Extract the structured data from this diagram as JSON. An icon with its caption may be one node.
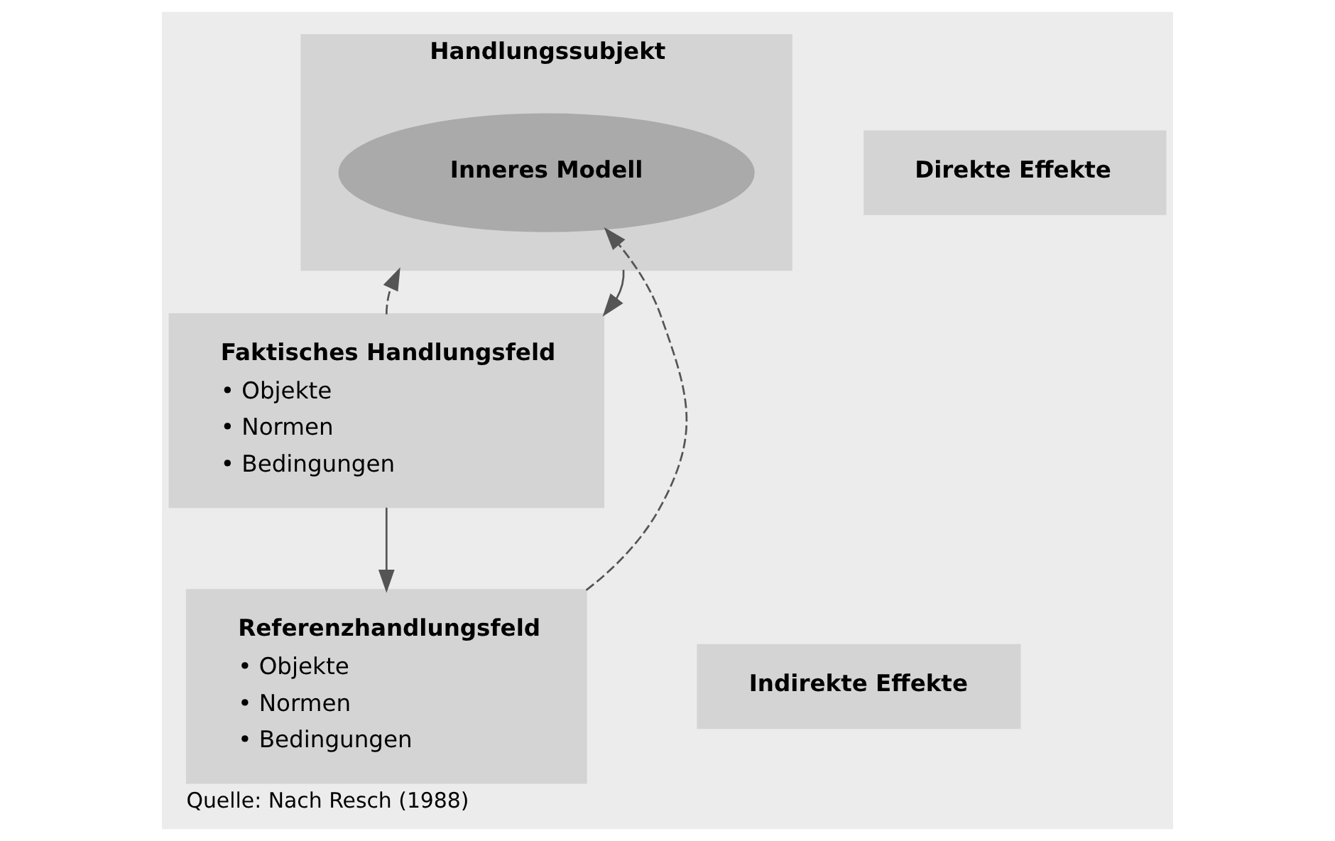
{
  "diagram": {
    "caption": "Quelle: Nach Resch (1988)",
    "nodes": [
      {
        "text": [
          "Handlungssubjekt"
        ]
      },
      {
        "text": [
          "Inneres Modell"
        ],
        "in": 0
      },
      {
        "text": [
          "Direkte Effekte"
        ]
      },
      {
        "text": [
          "Faktisches Handlungsfeld",
          "• Objekte",
          "• Normen",
          "• Bedingungen"
        ]
      },
      {
        "text": [
          "Referenzhandlungsfeld",
          "• Objekte",
          "• Normen",
          "• Bedingungen"
        ]
      },
      {
        "text": [
          "Indirekte Effekte"
        ]
      }
    ],
    "edges": [
      {
        "from": 4,
        "to": 1,
        "arrow": "to",
        "style": "dashed"
      },
      {
        "from": 0,
        "to": 3,
        "arrow": "to"
      },
      {
        "from": 3,
        "to": 0,
        "arrow": "to",
        "style": "dashed"
      },
      {
        "from": 3,
        "to": 4,
        "arrow": "to"
      }
    ]
  }
}
